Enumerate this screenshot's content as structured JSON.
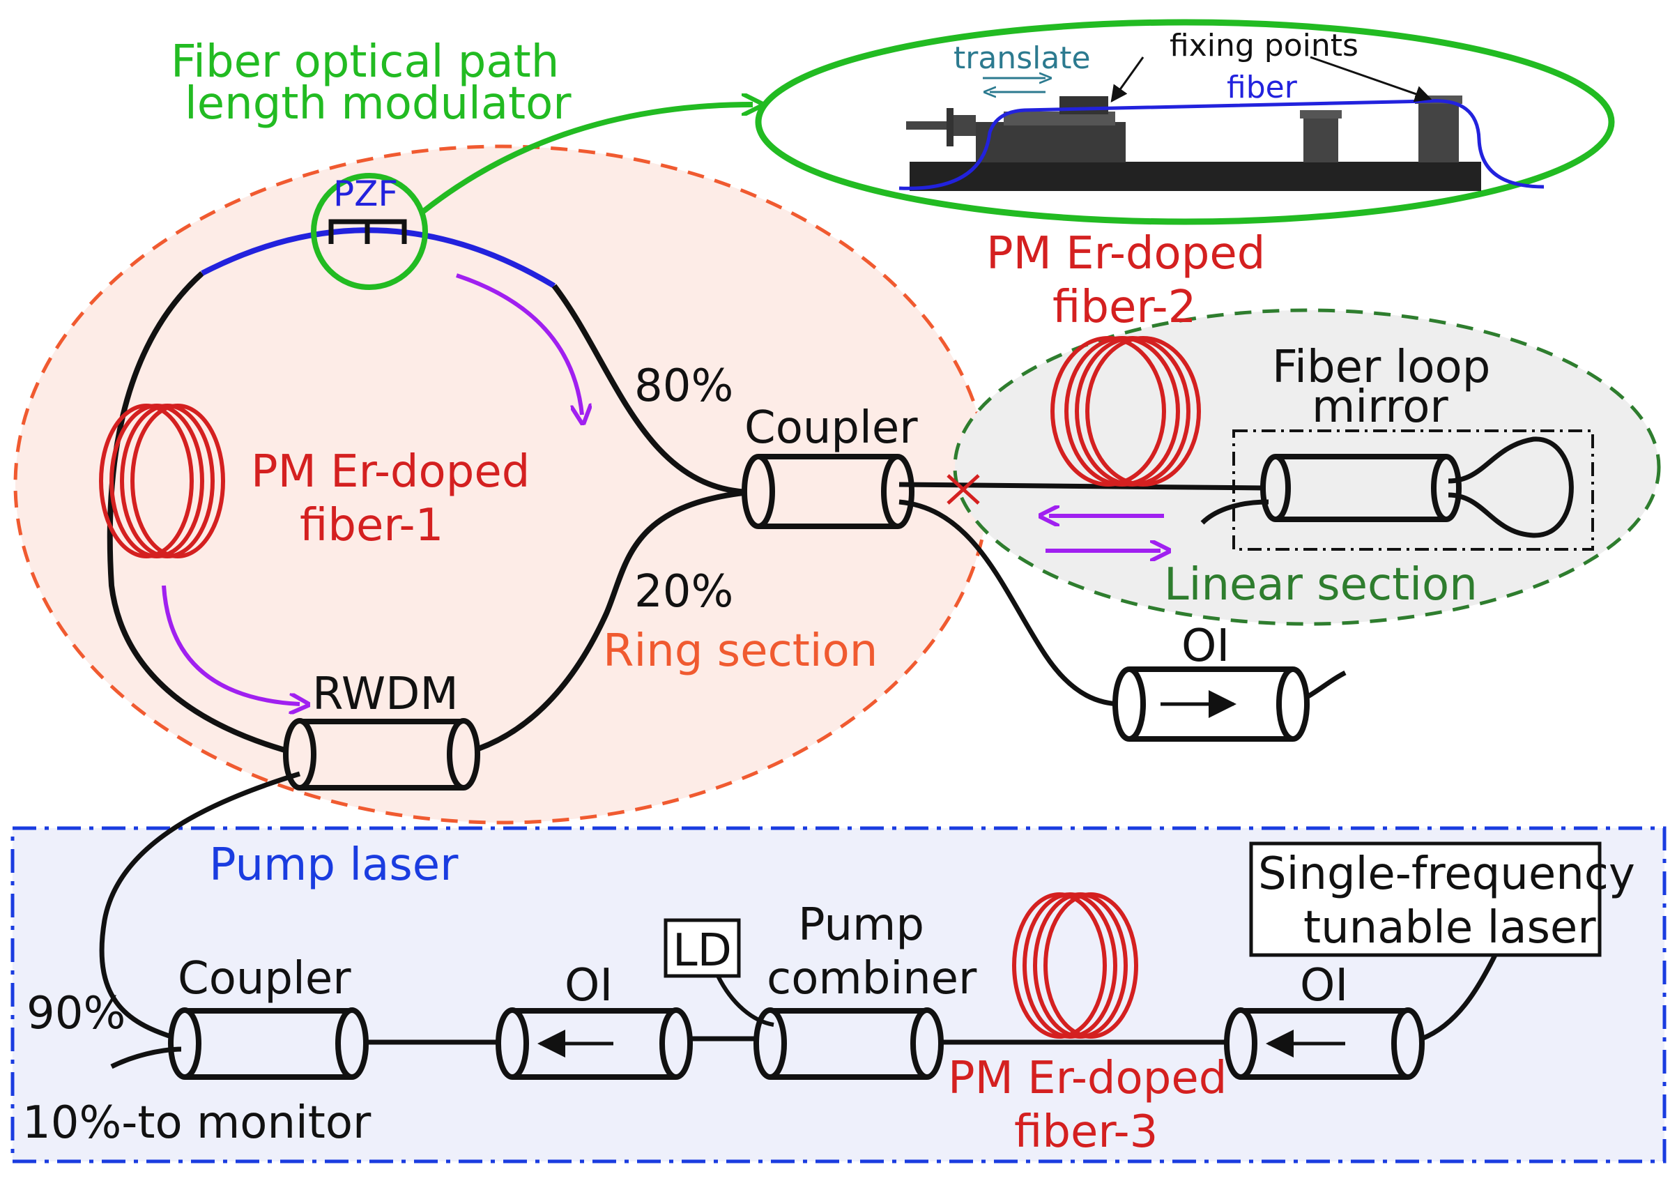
{
  "labels": {
    "modulator_line1": "Fiber optical path",
    "modulator_line2": "length modulator",
    "pzf": "PZF",
    "translate": "translate",
    "fixing_points": "fixing points",
    "fiber": "fiber",
    "edf2_line1": "PM Er-doped",
    "edf2_line2": "fiber-2",
    "pct80": "80%",
    "coupler_top": "Coupler",
    "edf1_line1": "PM Er-doped",
    "edf1_line2": "fiber-1",
    "fiber_loop_line1": "Fiber loop",
    "fiber_loop_line2": "mirror",
    "pct20": "20%",
    "linear_section": "Linear section",
    "ring_section": "Ring section",
    "oi_output": "OI",
    "rwdm": "RWDM",
    "pump_laser": "Pump laser",
    "single_freq_line1": "Single-frequency",
    "single_freq_line2": "tunable laser",
    "pump_combiner_line1": "Pump",
    "pump_combiner_line2": "combiner",
    "ld": "LD",
    "coupler_bottom": "Coupler",
    "oi_pump_mid": "OI",
    "oi_pump_right": "OI",
    "pct90": "90%",
    "pct10_monitor": "10%-to monitor",
    "edf3_line1": "PM Er-doped",
    "edf3_line2": "fiber-3"
  },
  "colors": {
    "green": "#22bb22",
    "dark_green": "#2e7d2e",
    "orange": "#f05a30",
    "red": "#d42020",
    "blue": "#2222dd",
    "purple": "#a020f0",
    "teal": "#2c7a8f",
    "pump_blue": "#1a3ce0",
    "ring_fill": "#fdece7",
    "linear_fill": "#eeeeee",
    "pump_fill": "#eef0fb",
    "fiber_black": "#111111"
  }
}
